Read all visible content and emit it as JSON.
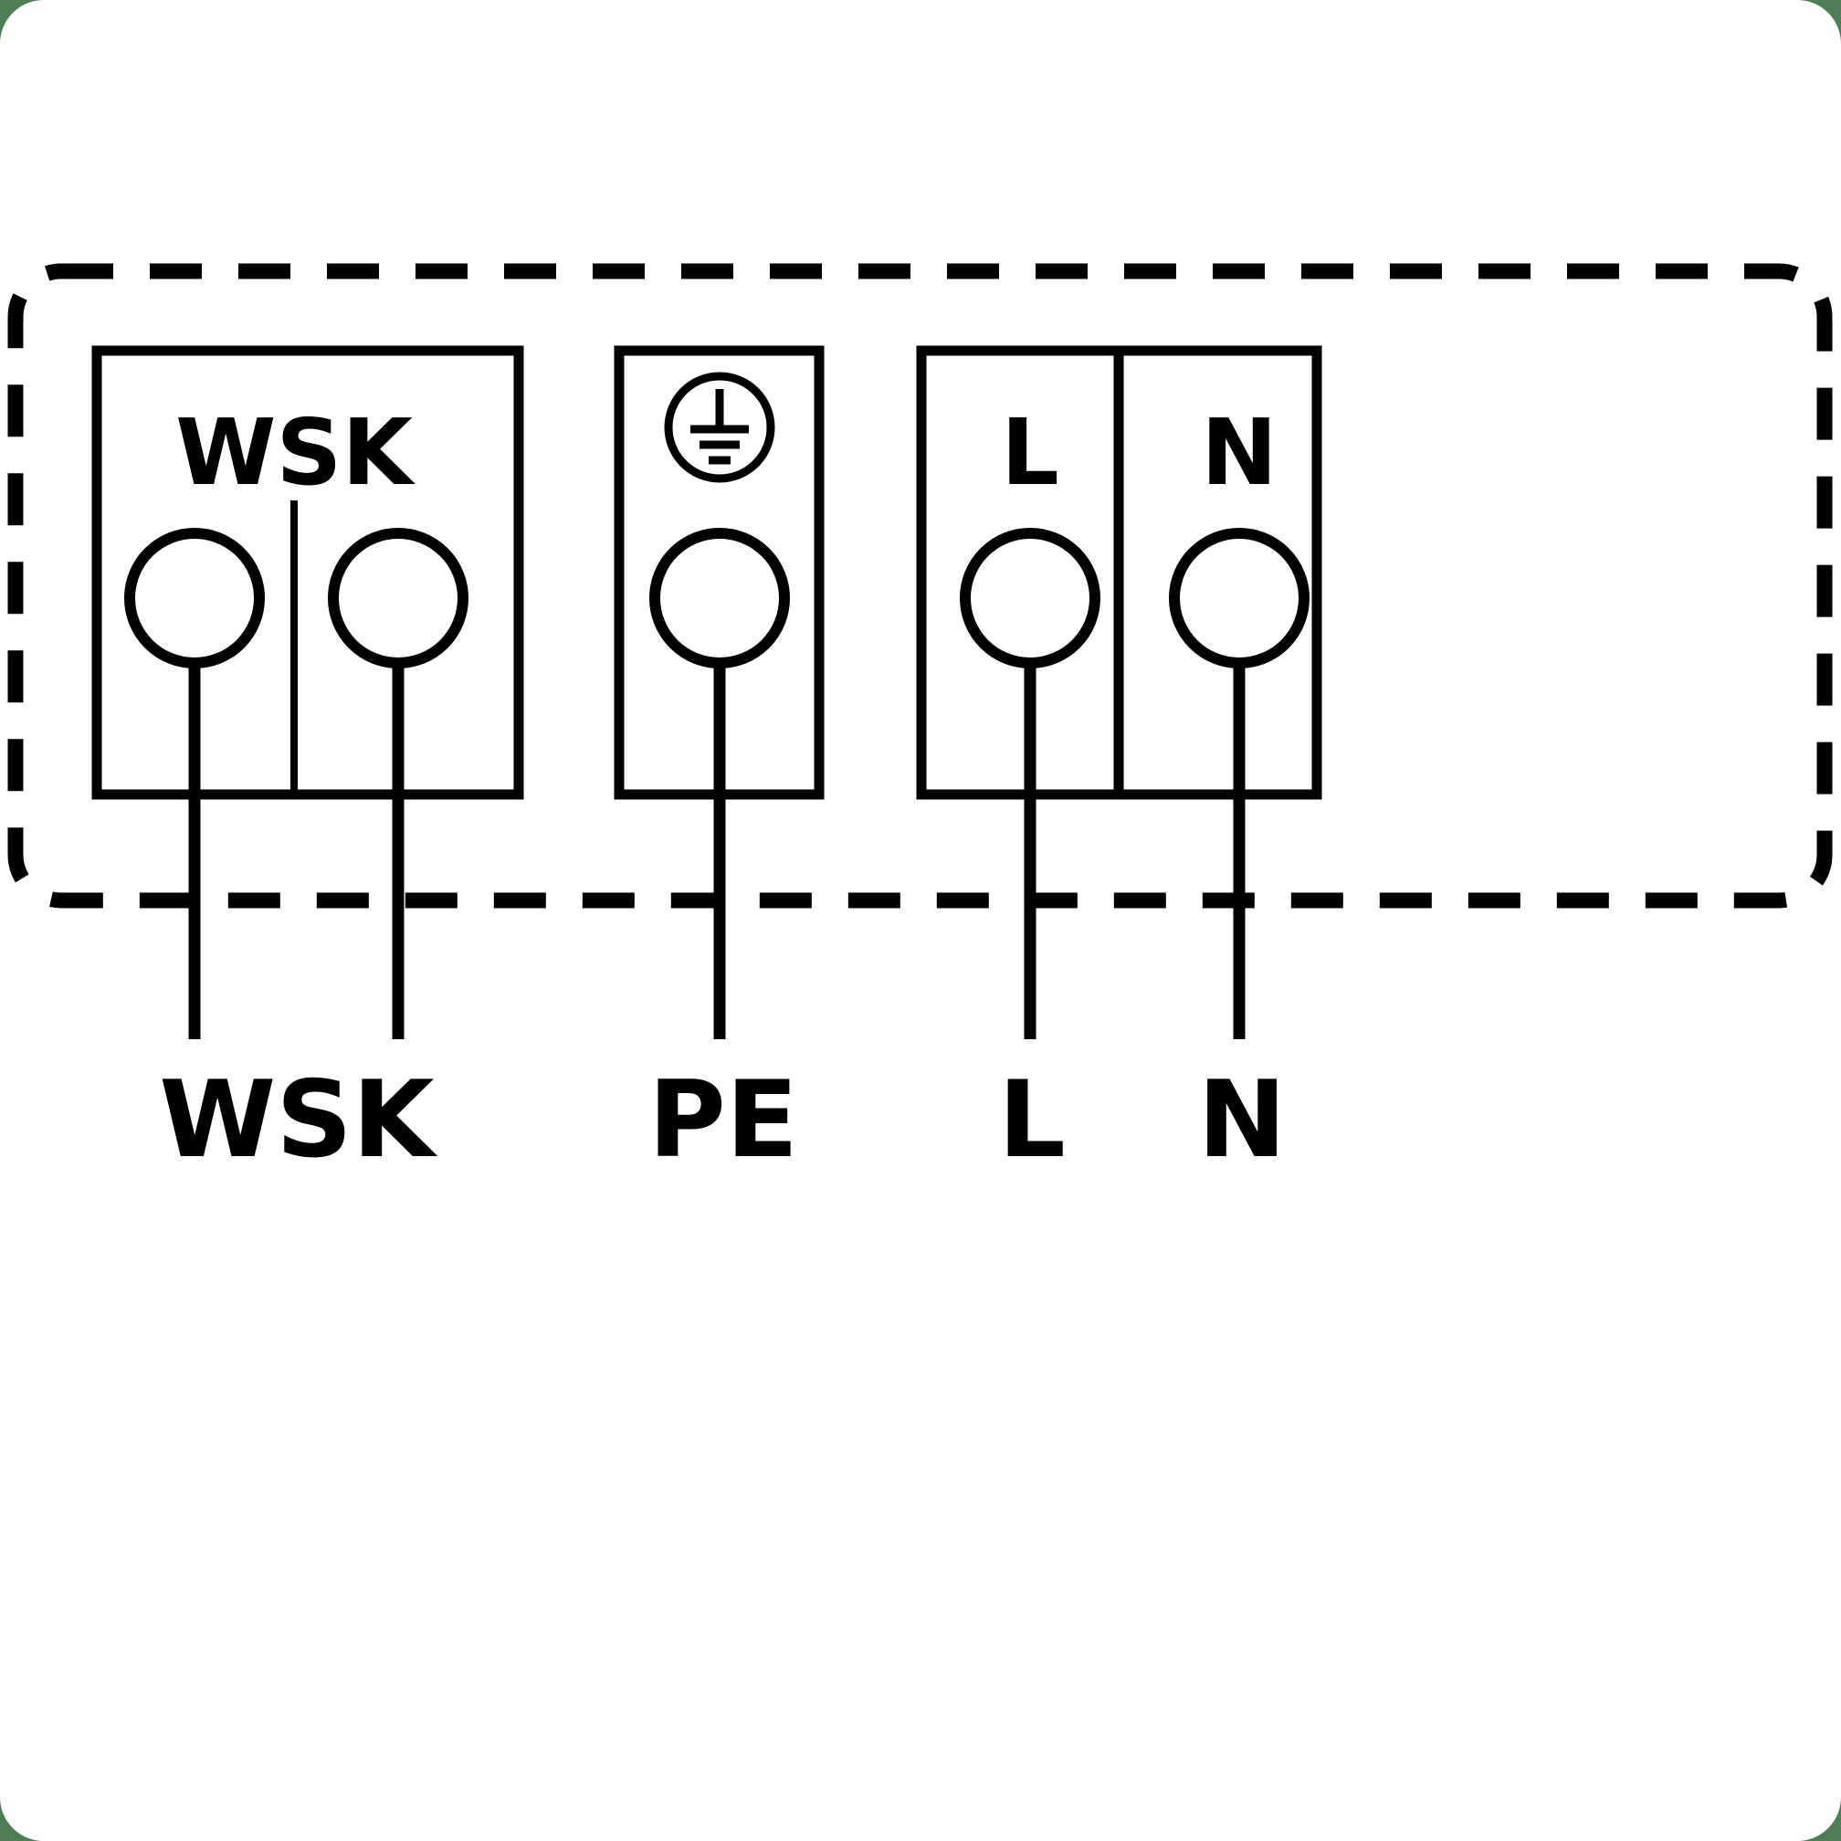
{
  "colors": {
    "line": "#000000",
    "background": "#ffffff",
    "page_corner": "#4f7d58"
  },
  "enclosure": {
    "style": "dashed-rounded-rectangle"
  },
  "boxes": [
    {
      "id": "wsk",
      "label": "WSK",
      "terminals": 2
    },
    {
      "id": "pe",
      "icon": "earth-ground-icon",
      "terminals": 1
    },
    {
      "id": "ln",
      "cells": [
        "L",
        "N"
      ],
      "terminals": 2
    }
  ],
  "bottom_labels": [
    "WSK",
    "PE",
    "L",
    "N"
  ]
}
